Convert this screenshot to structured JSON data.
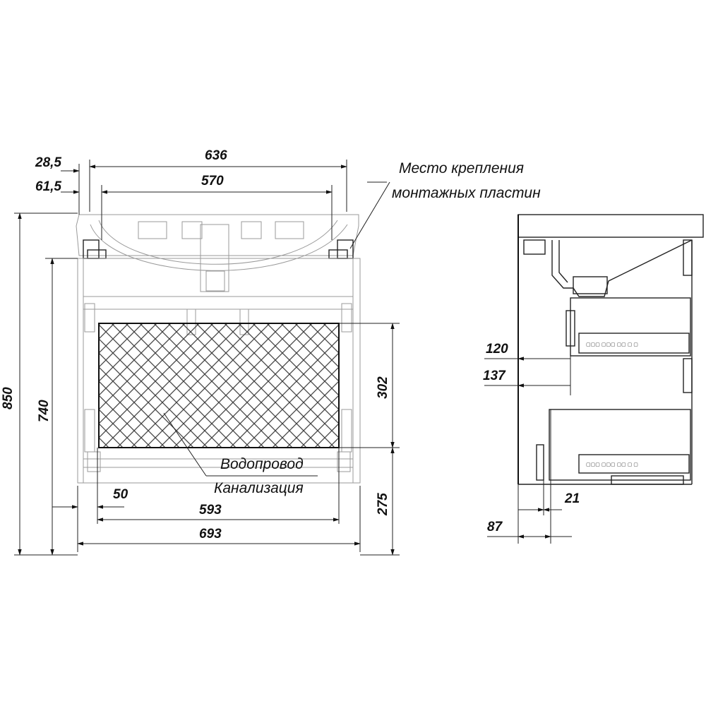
{
  "front_view": {
    "dimensions": {
      "offset_top": "28,5",
      "offset_inner": "61,5",
      "basin_width": "636",
      "basin_inner_width": "570",
      "total_height": "850",
      "body_height": "740",
      "panel_height": "302",
      "bottom_height": "275",
      "left_offset": "50",
      "door_width": "593",
      "total_width": "693"
    },
    "labels": {
      "mounting_line1": "Место крепления",
      "mounting_line2": "монтажных пластин",
      "water": "Водопровод",
      "sewer": "Канализация"
    }
  },
  "side_view": {
    "dimensions": {
      "depth_120": "120",
      "depth_137": "137",
      "depth_21": "21",
      "depth_87": "87"
    }
  }
}
